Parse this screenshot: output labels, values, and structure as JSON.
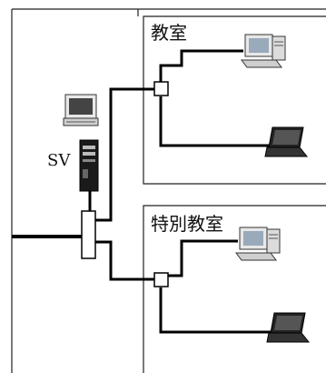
{
  "diagram": {
    "server_label": "SV",
    "rooms": [
      {
        "label": "教室"
      },
      {
        "label": "特別教室"
      }
    ]
  }
}
